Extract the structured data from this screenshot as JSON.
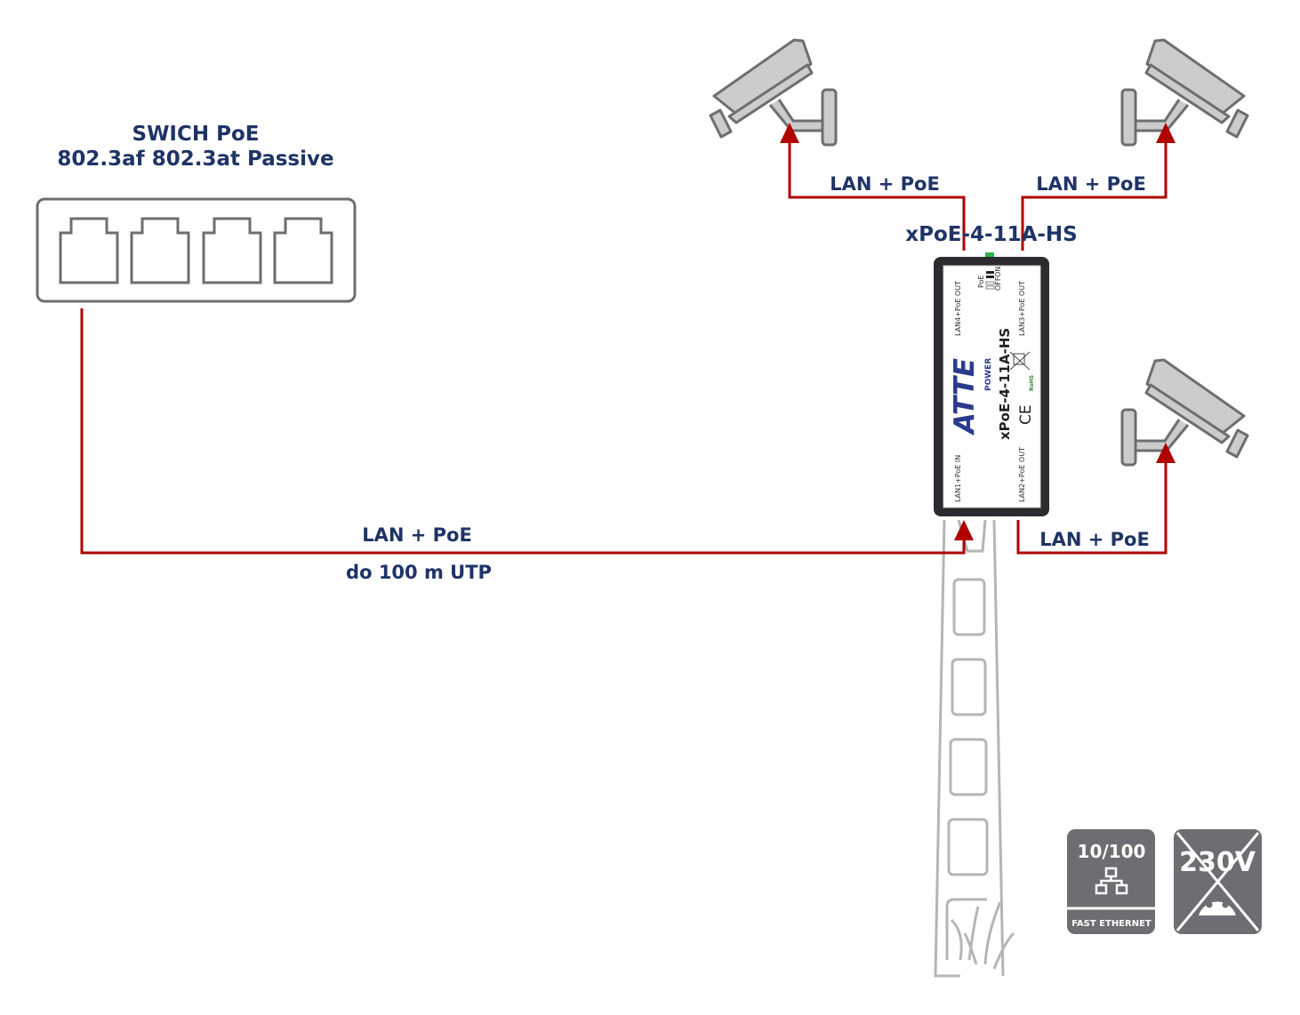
{
  "switch": {
    "title": "SWICH PoE",
    "subtitle": "802.3af 802.3at Passive",
    "port_count": 4
  },
  "links": {
    "uplink_label": "LAN + PoE",
    "uplink_distance": "do 100 m UTP",
    "cam1_label": "LAN + PoE",
    "cam2_label": "LAN + PoE",
    "cam3_label": "LAN + PoE"
  },
  "device": {
    "model_title": "xPoE-4-11A-HS",
    "model_on_label": "xPoE-4-11A-HS",
    "brand": "ATTE",
    "brand_sub": "POWER",
    "port_lan1": "LAN1+PoE IN",
    "port_lan2": "LAN2+PoE OUT",
    "port_lan3": "LAN3+PoE OUT",
    "port_lan4": "LAN4+PoE OUT",
    "switch_label": "PoE",
    "switch_on": "ON",
    "switch_off": "OFF",
    "rohs": "RoHS",
    "ce": "CE"
  },
  "badges": {
    "speed": "10/100",
    "speed_caption": "FAST ETHERNET",
    "voltage": "230V"
  },
  "colors": {
    "line": "#b00000",
    "text": "#1f3366",
    "gray": "#6d6e71",
    "cam_fill": "#cccccc"
  }
}
